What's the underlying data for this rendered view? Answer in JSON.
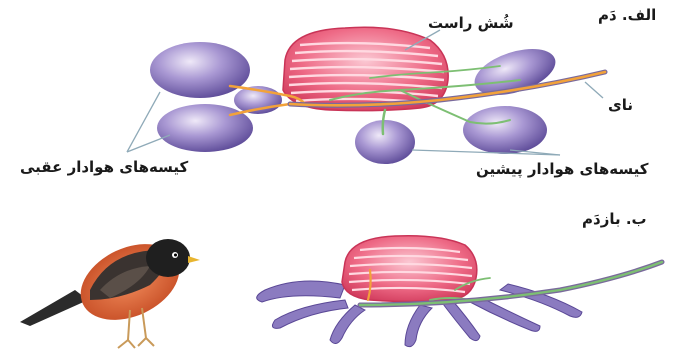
{
  "labels": {
    "part_a": "الف. دَم",
    "right_lung": "شُش راست",
    "trachea": "نای",
    "posterior_air_sacs": "کیسه‌های هوادار عقبی",
    "anterior_air_sacs": "کیسه‌های هوادار پیشین",
    "part_b": "ب. بازدَم"
  },
  "colors": {
    "lung": "#e8506e",
    "air_sac": "#7d6bb3",
    "trachea": "#f2a23a",
    "airway": "#7dbf73",
    "leader_line": "#8faab8"
  }
}
